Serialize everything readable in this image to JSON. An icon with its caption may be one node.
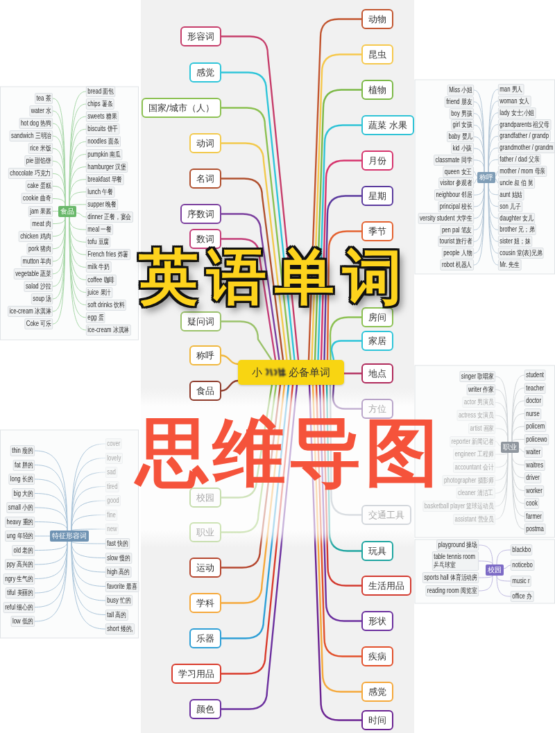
{
  "diagram": {
    "title": "英语单词",
    "nodes": [
      {
        "text": [
          "小",
          "必备单词"
        ]
      },
      {
        "text": [
          "形容词"
        ]
      },
      {
        "text": [
          "感觉"
        ]
      },
      {
        "text": [
          "国家/城市（人）"
        ]
      },
      {
        "text": [
          "动词"
        ]
      },
      {
        "text": [
          "名词"
        ]
      },
      {
        "text": [
          "序数词"
        ]
      },
      {
        "text": [
          "数词"
        ]
      },
      {
        "text": [
          "疑问词"
        ]
      },
      {
        "text": [
          "称呼"
        ]
      },
      {
        "text": [
          "食品"
        ]
      },
      {
        "text": [
          "校园"
        ]
      },
      {
        "text": [
          "职业"
        ]
      },
      {
        "text": [
          "运动"
        ]
      },
      {
        "text": [
          "学科"
        ]
      },
      {
        "text": [
          "乐器"
        ]
      },
      {
        "text": [
          "学习用品"
        ]
      },
      {
        "text": [
          "颜色"
        ]
      },
      {
        "text": [
          "动物"
        ]
      },
      {
        "text": [
          "昆虫"
        ]
      },
      {
        "text": [
          "植物"
        ]
      },
      {
        "text": [
          "蔬菜 水果"
        ]
      },
      {
        "text": [
          "月份"
        ]
      },
      {
        "text": [
          "星期"
        ]
      },
      {
        "text": [
          "季节"
        ]
      },
      {
        "text": [
          "房间"
        ]
      },
      {
        "text": [
          "家居"
        ]
      },
      {
        "text": [
          "地点"
        ]
      },
      {
        "text": [
          "方位"
        ]
      },
      {
        "text": [
          "交通工具"
        ]
      },
      {
        "text": [
          "玩具"
        ]
      },
      {
        "text": [
          "生活用品"
        ]
      },
      {
        "text": [
          "形状"
        ]
      },
      {
        "text": [
          "疾病"
        ]
      },
      {
        "text": [
          "感觉"
        ]
      },
      {
        "text": [
          "时间"
        ]
      },
      {
        "text": [
          "食品"
        ]
      },
      {
        "text": [
          "tea 茶"
        ]
      },
      {
        "text": [
          "water 水"
        ]
      },
      {
        "text": [
          "hot dog 热狗"
        ]
      },
      {
        "text": [
          "sandwich 三明治"
        ]
      },
      {
        "text": [
          "rice 米饭"
        ]
      },
      {
        "text": [
          "pie 甜馅饼"
        ]
      },
      {
        "text": [
          "chocolate 巧克力"
        ]
      },
      {
        "text": [
          "cake 蛋糕"
        ]
      },
      {
        "text": [
          "cookie 曲奇"
        ]
      },
      {
        "text": [
          "jam 果酱"
        ]
      },
      {
        "text": [
          "meat 肉"
        ]
      },
      {
        "text": [
          "chicken 鸡肉"
        ]
      },
      {
        "text": [
          "pork 猪肉"
        ]
      },
      {
        "text": [
          "mutton 羊肉"
        ]
      },
      {
        "text": [
          "vegetable 蔬菜"
        ]
      },
      {
        "text": [
          "salad 沙拉"
        ]
      },
      {
        "text": [
          "soup 汤"
        ]
      },
      {
        "text": [
          "ice-cream 冰淇淋"
        ]
      },
      {
        "text": [
          "Coke 可乐"
        ]
      },
      {
        "text": [
          "bread 面包"
        ]
      },
      {
        "text": [
          "chips 薯条"
        ]
      },
      {
        "text": [
          "sweets 糖果"
        ]
      },
      {
        "text": [
          "biscuits 饼干"
        ]
      },
      {
        "text": [
          "noodles 面条"
        ]
      },
      {
        "text": [
          "pumpkin 南瓜"
        ]
      },
      {
        "text": [
          "hamburger 汉堡"
        ]
      },
      {
        "text": [
          "breakfast 早餐"
        ]
      },
      {
        "text": [
          "lunch 午餐"
        ]
      },
      {
        "text": [
          "supper 晚餐"
        ]
      },
      {
        "text": [
          "dinner 正餐，宴会"
        ]
      },
      {
        "text": [
          "meal 一餐"
        ]
      },
      {
        "text": [
          "tofu 豆腐"
        ]
      },
      {
        "text": [
          "French fries 炸薯"
        ]
      },
      {
        "text": [
          "milk 牛奶"
        ]
      },
      {
        "text": [
          "coffee 咖啡"
        ]
      },
      {
        "text": [
          "juice 果汁"
        ]
      },
      {
        "text": [
          "soft drinks 饮料"
        ]
      },
      {
        "text": [
          "egg 蛋"
        ]
      },
      {
        "text": [
          "ice-cream 冰淇淋"
        ]
      },
      {
        "text": [
          "称呼"
        ]
      },
      {
        "text": [
          "Miss 小姐"
        ]
      },
      {
        "text": [
          "friend 朋友"
        ]
      },
      {
        "text": [
          "boy 男孩"
        ]
      },
      {
        "text": [
          "girl 女孩"
        ]
      },
      {
        "text": [
          "baby 婴儿"
        ]
      },
      {
        "text": [
          "kid 小孩"
        ]
      },
      {
        "text": [
          "classmate 同学"
        ]
      },
      {
        "text": [
          "queen 女王"
        ]
      },
      {
        "text": [
          "visitor 参观者"
        ]
      },
      {
        "text": [
          "neighbour 邻居"
        ]
      },
      {
        "text": [
          "principal 校长"
        ]
      },
      {
        "text": [
          "versity student 大学生"
        ]
      },
      {
        "text": [
          "pen pal 笔友"
        ]
      },
      {
        "text": [
          "tourist 旅行者"
        ]
      },
      {
        "text": [
          "people 人物"
        ]
      },
      {
        "text": [
          "robot 机器人"
        ]
      },
      {
        "text": [
          "man 男人"
        ]
      },
      {
        "text": [
          "woman 女人"
        ]
      },
      {
        "text": [
          "lady 女士;小姐"
        ]
      },
      {
        "text": [
          "grandparents 祖父母"
        ]
      },
      {
        "text": [
          "grandfather / grandp"
        ]
      },
      {
        "text": [
          "grandmother / grandm"
        ]
      },
      {
        "text": [
          "father / dad 父亲"
        ]
      },
      {
        "text": [
          "mother / mom 母亲"
        ]
      },
      {
        "text": [
          "uncle 叔 伯 舅"
        ]
      },
      {
        "text": [
          "aunt 姑姑"
        ]
      },
      {
        "text": [
          "son 儿子"
        ]
      },
      {
        "text": [
          "daughter 女儿"
        ]
      },
      {
        "text": [
          "brother 兄；弟"
        ]
      },
      {
        "text": [
          "sister 姐；妹"
        ]
      },
      {
        "text": [
          "cousin 堂(表)兄弟"
        ]
      },
      {
        "text": [
          "Mr. 先生"
        ]
      },
      {
        "text": [
          "特征形容词"
        ]
      },
      {
        "text": [
          "thin 瘦的"
        ]
      },
      {
        "text": [
          "fat 胖的"
        ]
      },
      {
        "text": [
          "long 长的"
        ]
      },
      {
        "text": [
          "big 大的"
        ]
      },
      {
        "text": [
          "small 小的"
        ]
      },
      {
        "text": [
          "heavy 重的"
        ]
      },
      {
        "text": [
          "ung 年轻的"
        ]
      },
      {
        "text": [
          "old 老的"
        ]
      },
      {
        "text": [
          "ppy 高兴的"
        ]
      },
      {
        "text": [
          "ngry 生气的"
        ]
      },
      {
        "text": [
          "tiful 美丽的"
        ]
      },
      {
        "text": [
          "reful 细心的"
        ]
      },
      {
        "text": [
          "low 低的"
        ]
      },
      {
        "text": [
          "cover"
        ]
      },
      {
        "text": [
          "lovely"
        ]
      },
      {
        "text": [
          "sad"
        ]
      },
      {
        "text": [
          "tired"
        ]
      },
      {
        "text": [
          "good"
        ]
      },
      {
        "text": [
          "fine"
        ]
      },
      {
        "text": [
          "new"
        ]
      },
      {
        "text": [
          "fast 快的"
        ]
      },
      {
        "text": [
          "slow 慢的"
        ]
      },
      {
        "text": [
          "high 高的"
        ]
      },
      {
        "text": [
          "favorite 最喜"
        ]
      },
      {
        "text": [
          "busy 忙的"
        ]
      },
      {
        "text": [
          "tall 高的"
        ]
      },
      {
        "text": [
          "short 矮的,"
        ]
      },
      {
        "text": [
          "职业"
        ]
      },
      {
        "text": [
          "singer 歌唱家"
        ]
      },
      {
        "text": [
          "writer 作家"
        ]
      },
      {
        "text": [
          "actor 男演员"
        ]
      },
      {
        "text": [
          "actress 女演员"
        ]
      },
      {
        "text": [
          "artist 画家"
        ]
      },
      {
        "text": [
          "reporter 新闻记者"
        ]
      },
      {
        "text": [
          "engineer 工程师"
        ]
      },
      {
        "text": [
          "accountant 会计"
        ]
      },
      {
        "text": [
          "photographer 摄影师"
        ]
      },
      {
        "text": [
          "cleaner 清洁工"
        ]
      },
      {
        "text": [
          "basketball player 篮球运动员"
        ]
      },
      {
        "text": [
          "assistant 营业员"
        ]
      },
      {
        "text": [
          "student"
        ]
      },
      {
        "text": [
          "teacher"
        ]
      },
      {
        "text": [
          "doctor"
        ]
      },
      {
        "text": [
          "nurse"
        ]
      },
      {
        "text": [
          "policem"
        ]
      },
      {
        "text": [
          "policewo"
        ]
      },
      {
        "text": [
          "waiter"
        ]
      },
      {
        "text": [
          "waitres"
        ]
      },
      {
        "text": [
          "driver"
        ]
      },
      {
        "text": [
          "worker"
        ]
      },
      {
        "text": [
          "cook"
        ]
      },
      {
        "text": [
          "farmer"
        ]
      },
      {
        "text": [
          "postma"
        ]
      },
      {
        "text": [
          "校园"
        ]
      },
      {
        "text": [
          "playground 操场"
        ]
      },
      {
        "text": [
          "table tennis room 乒乓球室"
        ]
      },
      {
        "text": [
          "sports hall 体育活动房"
        ]
      },
      {
        "text": [
          "reading room 阅览室"
        ]
      },
      {
        "text": [
          "blackbo"
        ]
      },
      {
        "text": [
          "noticebo"
        ]
      },
      {
        "text": [
          "music r"
        ]
      },
      {
        "text": [
          "office 办"
        ]
      }
    ],
    "edges": [
      {
        "from": 0,
        "to": 1,
        "arrow": "none",
        "color": "#c63d6a"
      },
      {
        "from": 0,
        "to": 2,
        "arrow": "none",
        "color": "#2ec5d9"
      },
      {
        "from": 0,
        "to": 3,
        "arrow": "none",
        "color": "#8cc152"
      },
      {
        "from": 0,
        "to": 4,
        "arrow": "none",
        "color": "#f2c94c"
      },
      {
        "from": 0,
        "to": 5,
        "arrow": "none",
        "color": "#b0502e"
      },
      {
        "from": 0,
        "to": 6,
        "arrow": "none",
        "color": "#7b3f9e"
      },
      {
        "from": 0,
        "to": 7,
        "arrow": "none",
        "color": "#c43d78"
      },
      {
        "from": 0,
        "to": 8,
        "arrow": "none",
        "color": "#9bc26b"
      },
      {
        "from": 0,
        "to": 9,
        "arrow": "none",
        "color": "#f0b73d"
      },
      {
        "from": 0,
        "to": 10,
        "arrow": "none",
        "color": "#8e3b2b"
      },
      {
        "from": 0,
        "to": 11,
        "arrow": "none",
        "color": "#7cb342"
      },
      {
        "from": 0,
        "to": 12,
        "arrow": "none",
        "color": "#8cc152"
      },
      {
        "from": 0,
        "to": 13,
        "arrow": "none",
        "color": "#b5472f"
      },
      {
        "from": 0,
        "to": 14,
        "arrow": "none",
        "color": "#f5a83a"
      },
      {
        "from": 0,
        "to": 15,
        "arrow": "none",
        "color": "#2e9fd6"
      },
      {
        "from": 0,
        "to": 16,
        "arrow": "none",
        "color": "#d93a2b"
      },
      {
        "from": 0,
        "to": 17,
        "arrow": "none",
        "color": "#6b2f9e"
      },
      {
        "from": 0,
        "to": 18,
        "arrow": "none",
        "color": "#c2552f"
      },
      {
        "from": 0,
        "to": 19,
        "arrow": "none",
        "color": "#f6c84c"
      },
      {
        "from": 0,
        "to": 20,
        "arrow": "none",
        "color": "#7cb947"
      },
      {
        "from": 0,
        "to": 21,
        "arrow": "none",
        "color": "#2fc3d6"
      },
      {
        "from": 0,
        "to": 22,
        "arrow": "none",
        "color": "#d6336c"
      },
      {
        "from": 0,
        "to": 23,
        "arrow": "none",
        "color": "#5b3a9e"
      },
      {
        "from": 0,
        "to": 24,
        "arrow": "none",
        "color": "#e4612f"
      },
      {
        "from": 0,
        "to": 25,
        "arrow": "none",
        "color": "#8cc152"
      },
      {
        "from": 0,
        "to": 26,
        "arrow": "none",
        "color": "#2ec5d9"
      },
      {
        "from": 0,
        "to": 27,
        "arrow": "none",
        "color": "#b02a5b"
      },
      {
        "from": 0,
        "to": 28,
        "arrow": "none",
        "color": "#5e2d86"
      },
      {
        "from": 0,
        "to": 29,
        "arrow": "none",
        "color": "#9aa5b1"
      },
      {
        "from": 0,
        "to": 30,
        "arrow": "none",
        "color": "#1ea5a0"
      },
      {
        "from": 0,
        "to": 31,
        "arrow": "none",
        "color": "#d33a2f"
      },
      {
        "from": 0,
        "to": 32,
        "arrow": "none",
        "color": "#6b2f9e"
      },
      {
        "from": 0,
        "to": 33,
        "arrow": "none",
        "color": "#e2502b"
      },
      {
        "from": 0,
        "to": 34,
        "arrow": "none",
        "color": "#f5a83a"
      },
      {
        "from": 0,
        "to": 35,
        "arrow": "none",
        "color": "#6b2392"
      },
      {
        "from": 36,
        "to": 37,
        "arrow": "none",
        "color": "#a6d6a6"
      },
      {
        "from": 36,
        "to": 38,
        "arrow": "none",
        "color": "#a6d6a6"
      },
      {
        "from": 36,
        "to": 39,
        "arrow": "none",
        "color": "#a6d6a6"
      },
      {
        "from": 36,
        "to": 40,
        "arrow": "none",
        "color": "#a6d6a6"
      },
      {
        "from": 36,
        "to": 41,
        "arrow": "none",
        "color": "#a6d6a6"
      },
      {
        "from": 36,
        "to": 42,
        "arrow": "none",
        "color": "#a6d6a6"
      },
      {
        "from": 36,
        "to": 43,
        "arrow": "none",
        "color": "#a6d6a6"
      },
      {
        "from": 36,
        "to": 44,
        "arrow": "none",
        "color": "#a6d6a6"
      },
      {
        "from": 36,
        "to": 45,
        "arrow": "none",
        "color": "#a6d6a6"
      },
      {
        "from": 36,
        "to": 46,
        "arrow": "none",
        "color": "#a6d6a6"
      },
      {
        "from": 36,
        "to": 47,
        "arrow": "none",
        "color": "#a6d6a6"
      },
      {
        "from": 36,
        "to": 48,
        "arrow": "none",
        "color": "#a6d6a6"
      },
      {
        "from": 36,
        "to": 49,
        "arrow": "none",
        "color": "#a6d6a6"
      },
      {
        "from": 36,
        "to": 50,
        "arrow": "none",
        "color": "#a6d6a6"
      },
      {
        "from": 36,
        "to": 51,
        "arrow": "none",
        "color": "#a6d6a6"
      },
      {
        "from": 36,
        "to": 52,
        "arrow": "none",
        "color": "#a6d6a6"
      },
      {
        "from": 36,
        "to": 53,
        "arrow": "none",
        "color": "#a6d6a6"
      },
      {
        "from": 36,
        "to": 54,
        "arrow": "none",
        "color": "#a6d6a6"
      },
      {
        "from": 36,
        "to": 55,
        "arrow": "none",
        "color": "#a6d6a6"
      },
      {
        "from": 36,
        "to": 56,
        "arrow": "none",
        "color": "#a6d6a6"
      },
      {
        "from": 36,
        "to": 57,
        "arrow": "none",
        "color": "#a6d6a6"
      },
      {
        "from": 36,
        "to": 58,
        "arrow": "none",
        "color": "#a6d6a6"
      },
      {
        "from": 36,
        "to": 59,
        "arrow": "none",
        "color": "#a6d6a6"
      },
      {
        "from": 36,
        "to": 60,
        "arrow": "none",
        "color": "#a6d6a6"
      },
      {
        "from": 36,
        "to": 61,
        "arrow": "none",
        "color": "#a6d6a6"
      },
      {
        "from": 36,
        "to": 62,
        "arrow": "none",
        "color": "#a6d6a6"
      },
      {
        "from": 36,
        "to": 63,
        "arrow": "none",
        "color": "#a6d6a6"
      },
      {
        "from": 36,
        "to": 64,
        "arrow": "none",
        "color": "#a6d6a6"
      },
      {
        "from": 36,
        "to": 65,
        "arrow": "none",
        "color": "#a6d6a6"
      },
      {
        "from": 36,
        "to": 66,
        "arrow": "none",
        "color": "#a6d6a6"
      },
      {
        "from": 36,
        "to": 67,
        "arrow": "none",
        "color": "#a6d6a6"
      },
      {
        "from": 36,
        "to": 68,
        "arrow": "none",
        "color": "#a6d6a6"
      },
      {
        "from": 36,
        "to": 69,
        "arrow": "none",
        "color": "#a6d6a6"
      },
      {
        "from": 36,
        "to": 70,
        "arrow": "none",
        "color": "#a6d6a6"
      },
      {
        "from": 36,
        "to": 71,
        "arrow": "none",
        "color": "#a6d6a6"
      },
      {
        "from": 36,
        "to": 72,
        "arrow": "none",
        "color": "#a6d6a6"
      },
      {
        "from": 36,
        "to": 73,
        "arrow": "none",
        "color": "#a6d6a6"
      },
      {
        "from": 36,
        "to": 74,
        "arrow": "none",
        "color": "#a6d6a6"
      },
      {
        "from": 36,
        "to": 75,
        "arrow": "none",
        "color": "#a6d6a6"
      },
      {
        "from": 76,
        "to": 77,
        "arrow": "none",
        "color": "#b4c6d6"
      },
      {
        "from": 76,
        "to": 78,
        "arrow": "none",
        "color": "#b4c6d6"
      },
      {
        "from": 76,
        "to": 79,
        "arrow": "none",
        "color": "#b4c6d6"
      },
      {
        "from": 76,
        "to": 80,
        "arrow": "none",
        "color": "#b4c6d6"
      },
      {
        "from": 76,
        "to": 81,
        "arrow": "none",
        "color": "#b4c6d6"
      },
      {
        "from": 76,
        "to": 82,
        "arrow": "none",
        "color": "#b4c6d6"
      },
      {
        "from": 76,
        "to": 83,
        "arrow": "none",
        "color": "#b4c6d6"
      },
      {
        "from": 76,
        "to": 84,
        "arrow": "none",
        "color": "#b4c6d6"
      },
      {
        "from": 76,
        "to": 85,
        "arrow": "none",
        "color": "#b4c6d6"
      },
      {
        "from": 76,
        "to": 86,
        "arrow": "none",
        "color": "#b4c6d6"
      },
      {
        "from": 76,
        "to": 87,
        "arrow": "none",
        "color": "#b4c6d6"
      },
      {
        "from": 76,
        "to": 88,
        "arrow": "none",
        "color": "#b4c6d6"
      },
      {
        "from": 76,
        "to": 89,
        "arrow": "none",
        "color": "#b4c6d6"
      },
      {
        "from": 76,
        "to": 90,
        "arrow": "none",
        "color": "#b4c6d6"
      },
      {
        "from": 76,
        "to": 91,
        "arrow": "none",
        "color": "#b4c6d6"
      },
      {
        "from": 76,
        "to": 92,
        "arrow": "none",
        "color": "#b4c6d6"
      },
      {
        "from": 76,
        "to": 93,
        "arrow": "none",
        "color": "#b4c6d6"
      },
      {
        "from": 76,
        "to": 94,
        "arrow": "none",
        "color": "#b4c6d6"
      },
      {
        "from": 76,
        "to": 95,
        "arrow": "none",
        "color": "#b4c6d6"
      },
      {
        "from": 76,
        "to": 96,
        "arrow": "none",
        "color": "#b4c6d6"
      },
      {
        "from": 76,
        "to": 97,
        "arrow": "none",
        "color": "#b4c6d6"
      },
      {
        "from": 76,
        "to": 98,
        "arrow": "none",
        "color": "#b4c6d6"
      },
      {
        "from": 76,
        "to": 99,
        "arrow": "none",
        "color": "#b4c6d6"
      },
      {
        "from": 76,
        "to": 100,
        "arrow": "none",
        "color": "#b4c6d6"
      },
      {
        "from": 76,
        "to": 101,
        "arrow": "none",
        "color": "#b4c6d6"
      },
      {
        "from": 76,
        "to": 102,
        "arrow": "none",
        "color": "#b4c6d6"
      },
      {
        "from": 76,
        "to": 103,
        "arrow": "none",
        "color": "#b4c6d6"
      },
      {
        "from": 76,
        "to": 104,
        "arrow": "none",
        "color": "#b4c6d6"
      },
      {
        "from": 76,
        "to": 105,
        "arrow": "none",
        "color": "#b4c6d6"
      },
      {
        "from": 76,
        "to": 106,
        "arrow": "none",
        "color": "#b4c6d6"
      },
      {
        "from": 76,
        "to": 107,
        "arrow": "none",
        "color": "#b4c6d6"
      },
      {
        "from": 76,
        "to": 108,
        "arrow": "none",
        "color": "#b4c6d6"
      },
      {
        "from": 109,
        "to": 110,
        "arrow": "none",
        "color": "#a9c3d8"
      },
      {
        "from": 109,
        "to": 111,
        "arrow": "none",
        "color": "#a9c3d8"
      },
      {
        "from": 109,
        "to": 112,
        "arrow": "none",
        "color": "#a9c3d8"
      },
      {
        "from": 109,
        "to": 113,
        "arrow": "none",
        "color": "#a9c3d8"
      },
      {
        "from": 109,
        "to": 114,
        "arrow": "none",
        "color": "#a9c3d8"
      },
      {
        "from": 109,
        "to": 115,
        "arrow": "none",
        "color": "#a9c3d8"
      },
      {
        "from": 109,
        "to": 116,
        "arrow": "none",
        "color": "#a9c3d8"
      },
      {
        "from": 109,
        "to": 117,
        "arrow": "none",
        "color": "#a9c3d8"
      },
      {
        "from": 109,
        "to": 118,
        "arrow": "none",
        "color": "#a9c3d8"
      },
      {
        "from": 109,
        "to": 119,
        "arrow": "none",
        "color": "#a9c3d8"
      },
      {
        "from": 109,
        "to": 120,
        "arrow": "none",
        "color": "#a9c3d8"
      },
      {
        "from": 109,
        "to": 121,
        "arrow": "none",
        "color": "#a9c3d8"
      },
      {
        "from": 109,
        "to": 122,
        "arrow": "none",
        "color": "#a9c3d8"
      },
      {
        "from": 109,
        "to": 123,
        "arrow": "none",
        "color": "#a9c3d8"
      },
      {
        "from": 109,
        "to": 124,
        "arrow": "none",
        "color": "#a9c3d8"
      },
      {
        "from": 109,
        "to": 125,
        "arrow": "none",
        "color": "#a9c3d8"
      },
      {
        "from": 109,
        "to": 126,
        "arrow": "none",
        "color": "#a9c3d8"
      },
      {
        "from": 109,
        "to": 127,
        "arrow": "none",
        "color": "#a9c3d8"
      },
      {
        "from": 109,
        "to": 128,
        "arrow": "none",
        "color": "#a9c3d8"
      },
      {
        "from": 109,
        "to": 129,
        "arrow": "none",
        "color": "#a9c3d8"
      },
      {
        "from": 109,
        "to": 130,
        "arrow": "none",
        "color": "#a9c3d8"
      },
      {
        "from": 109,
        "to": 131,
        "arrow": "none",
        "color": "#a9c3d8"
      },
      {
        "from": 109,
        "to": 132,
        "arrow": "none",
        "color": "#a9c3d8"
      },
      {
        "from": 109,
        "to": 133,
        "arrow": "none",
        "color": "#a9c3d8"
      },
      {
        "from": 109,
        "to": 134,
        "arrow": "none",
        "color": "#a9c3d8"
      },
      {
        "from": 109,
        "to": 135,
        "arrow": "none",
        "color": "#a9c3d8"
      },
      {
        "from": 109,
        "to": 136,
        "arrow": "none",
        "color": "#a9c3d8"
      },
      {
        "from": 137,
        "to": 138,
        "arrow": "none",
        "color": "#cfd3d6"
      },
      {
        "from": 137,
        "to": 139,
        "arrow": "none",
        "color": "#cfd3d6"
      },
      {
        "from": 137,
        "to": 140,
        "arrow": "none",
        "color": "#cfd3d6"
      },
      {
        "from": 137,
        "to": 141,
        "arrow": "none",
        "color": "#cfd3d6"
      },
      {
        "from": 137,
        "to": 142,
        "arrow": "none",
        "color": "#cfd3d6"
      },
      {
        "from": 137,
        "to": 143,
        "arrow": "none",
        "color": "#cfd3d6"
      },
      {
        "from": 137,
        "to": 144,
        "arrow": "none",
        "color": "#cfd3d6"
      },
      {
        "from": 137,
        "to": 145,
        "arrow": "none",
        "color": "#cfd3d6"
      },
      {
        "from": 137,
        "to": 146,
        "arrow": "none",
        "color": "#cfd3d6"
      },
      {
        "from": 137,
        "to": 147,
        "arrow": "none",
        "color": "#cfd3d6"
      },
      {
        "from": 137,
        "to": 148,
        "arrow": "none",
        "color": "#cfd3d6"
      },
      {
        "from": 137,
        "to": 149,
        "arrow": "none",
        "color": "#cfd3d6"
      },
      {
        "from": 137,
        "to": 150,
        "arrow": "none",
        "color": "#cfd3d6"
      },
      {
        "from": 137,
        "to": 151,
        "arrow": "none",
        "color": "#cfd3d6"
      },
      {
        "from": 137,
        "to": 152,
        "arrow": "none",
        "color": "#cfd3d6"
      },
      {
        "from": 137,
        "to": 153,
        "arrow": "none",
        "color": "#cfd3d6"
      },
      {
        "from": 137,
        "to": 154,
        "arrow": "none",
        "color": "#cfd3d6"
      },
      {
        "from": 137,
        "to": 155,
        "arrow": "none",
        "color": "#cfd3d6"
      },
      {
        "from": 137,
        "to": 156,
        "arrow": "none",
        "color": "#cfd3d6"
      },
      {
        "from": 137,
        "to": 157,
        "arrow": "none",
        "color": "#cfd3d6"
      },
      {
        "from": 137,
        "to": 158,
        "arrow": "none",
        "color": "#cfd3d6"
      },
      {
        "from": 137,
        "to": 159,
        "arrow": "none",
        "color": "#cfd3d6"
      },
      {
        "from": 137,
        "to": 160,
        "arrow": "none",
        "color": "#cfd3d6"
      },
      {
        "from": 137,
        "to": 161,
        "arrow": "none",
        "color": "#cfd3d6"
      },
      {
        "from": 137,
        "to": 162,
        "arrow": "none",
        "color": "#cfd3d6"
      },
      {
        "from": 163,
        "to": 164,
        "arrow": "none",
        "color": "#bdb7df"
      },
      {
        "from": 163,
        "to": 165,
        "arrow": "none",
        "color": "#bdb7df"
      },
      {
        "from": 163,
        "to": 166,
        "arrow": "none",
        "color": "#bdb7df"
      },
      {
        "from": 163,
        "to": 167,
        "arrow": "none",
        "color": "#bdb7df"
      },
      {
        "from": 163,
        "to": 168,
        "arrow": "none",
        "color": "#bdb7df"
      },
      {
        "from": 163,
        "to": 169,
        "arrow": "none",
        "color": "#bdb7df"
      },
      {
        "from": 163,
        "to": 170,
        "arrow": "none",
        "color": "#bdb7df"
      },
      {
        "from": 163,
        "to": 171,
        "arrow": "none",
        "color": "#bdb7df"
      }
    ],
    "labels": [
      "思维导图"
    ]
  }
}
